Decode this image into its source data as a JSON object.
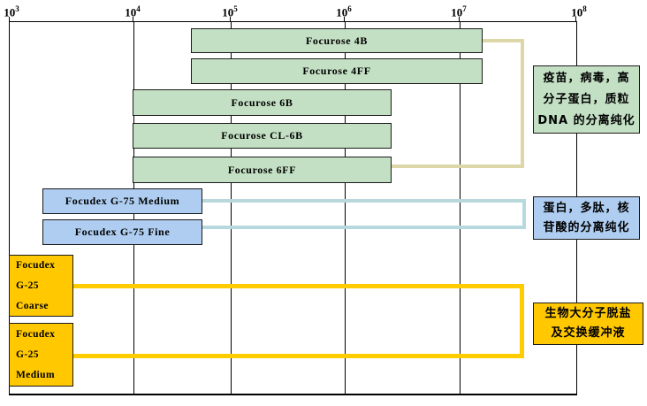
{
  "colors": {
    "bar_green": "#c3e0c4",
    "bar_blue": "#aecdf0",
    "bar_yellow": "#ffc800",
    "connector_beige": "#ddd7a8",
    "connector_blue": "#b7d9de",
    "connector_yellow": "#ffcc00",
    "border": "#000000"
  },
  "chart_data": {
    "type": "bar",
    "subtype": "horizontal-range-bars",
    "title": "",
    "xlabel": "",
    "ylabel": "",
    "x_axis": {
      "scale": "log10",
      "range": [
        1000,
        100000000
      ],
      "ticks": [
        {
          "base": "10",
          "exp": "3"
        },
        {
          "base": "10",
          "exp": "4"
        },
        {
          "base": "10",
          "exp": "5"
        },
        {
          "base": "10",
          "exp": "6"
        },
        {
          "base": "10",
          "exp": "7"
        },
        {
          "base": "10",
          "exp": "8"
        }
      ],
      "grid": true
    },
    "series": [
      {
        "name": "Focurose 4B",
        "range": [
          50000,
          20000000
        ],
        "color": "#c3e0c4"
      },
      {
        "name": "Focurose 4FF",
        "range": [
          50000,
          20000000
        ],
        "color": "#c3e0c4"
      },
      {
        "name": "Focurose 6B",
        "range": [
          10000,
          3000000
        ],
        "color": "#c3e0c4"
      },
      {
        "name": "Focurose CL-6B",
        "range": [
          10000,
          3000000
        ],
        "color": "#c3e0c4"
      },
      {
        "name": "Focurose 6FF",
        "range": [
          10000,
          3000000
        ],
        "color": "#c3e0c4"
      },
      {
        "name": "Focudex G-75 Medium",
        "range": [
          2000,
          50000
        ],
        "color": "#aecdf0"
      },
      {
        "name": "Focudex G-75 Fine",
        "range": [
          2000,
          50000
        ],
        "color": "#aecdf0"
      },
      {
        "name": "Focudex G-25 Coarse",
        "range": [
          1000,
          3000
        ],
        "color": "#ffc800",
        "lines": [
          "Focudex",
          "G-25",
          "Coarse"
        ]
      },
      {
        "name": "Focudex G-25 Medium",
        "range": [
          1000,
          3000
        ],
        "color": "#ffc800",
        "lines": [
          "Focudex",
          "G-25",
          "Medium"
        ]
      }
    ],
    "annotations": [
      {
        "applies_to": [
          "Focurose 4B",
          "Focurose 4FF",
          "Focurose 6B",
          "Focurose CL-6B",
          "Focurose 6FF"
        ],
        "lines": [
          "疫苗，病毒，高",
          "分子蛋白，质粒",
          "DNA 的分离纯化"
        ],
        "text": "疫苗，病毒，高分子蛋白，质粒DNA的分离纯化"
      },
      {
        "applies_to": [
          "Focudex G-75 Medium",
          "Focudex G-75 Fine"
        ],
        "lines": [
          "蛋白，多肽，核",
          "苷酸的分离纯化"
        ],
        "text": "蛋白，多肽，核苷酸的分离纯化"
      },
      {
        "applies_to": [
          "Focudex G-25 Coarse",
          "Focudex G-25 Medium"
        ],
        "lines": [
          "生物大分子脱盐",
          "及交换缓冲液"
        ],
        "text": "生物大分子脱盐及交换缓冲液"
      }
    ]
  }
}
